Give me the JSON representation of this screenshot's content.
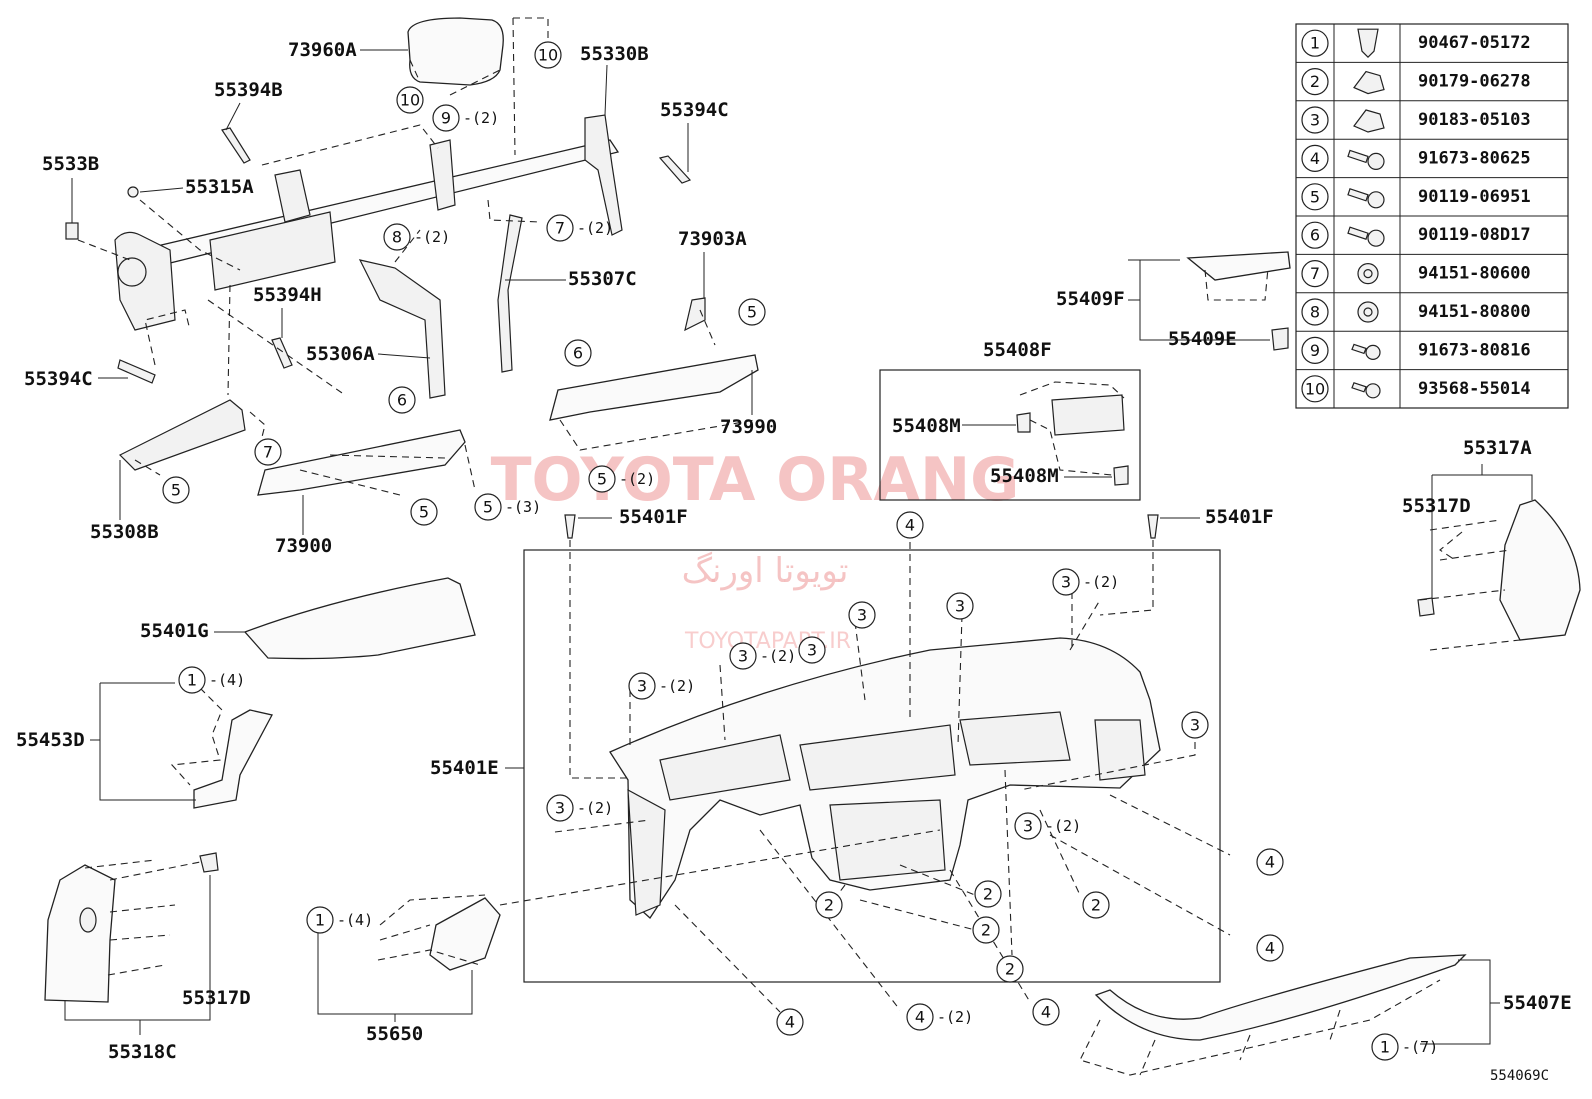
{
  "diagram_code": "554069C",
  "watermark": {
    "title": "TOYOTA ORANG",
    "persian": "تویوتا اورنگ",
    "site": "TOYOTAPART.IR"
  },
  "part_labels": {
    "p73960A": "73960A",
    "p55330B": "55330B",
    "p55394B": "55394B",
    "p55394C_top": "55394C",
    "p5533B": "5533B",
    "p55315A": "55315A",
    "p55307C": "55307C",
    "p73903A": "73903A",
    "p55394H": "55394H",
    "p55306A": "55306A",
    "p55394C_left": "55394C",
    "p73990": "73990",
    "p55308B": "55308B",
    "p73900": "73900",
    "p55401F_left": "55401F",
    "p55401F_right": "55401F",
    "p55409F": "55409F",
    "p55409E": "55409E",
    "p55408F": "55408F",
    "p55408M_a": "55408M",
    "p55408M_b": "55408M",
    "p55317A": "55317A",
    "p55317D_right": "55317D",
    "p55401G": "55401G",
    "p55453D": "55453D",
    "p55401E": "55401E",
    "p55317D_left": "55317D",
    "p55318C": "55318C",
    "p55650": "55650",
    "p55407E": "55407E"
  },
  "callout_quantities": {
    "q2": "-(2)",
    "q3": "-(3)",
    "q4": "-(4)",
    "q7": "-(7)"
  },
  "fastener_table": {
    "rows": [
      {
        "num": "1",
        "icon": "clip-icon",
        "part": "90467-05172"
      },
      {
        "num": "2",
        "icon": "nut-clip-icon",
        "part": "90179-06278"
      },
      {
        "num": "3",
        "icon": "nut-clip-icon",
        "part": "90183-05103"
      },
      {
        "num": "4",
        "icon": "bolt-icon",
        "part": "91673-80625"
      },
      {
        "num": "5",
        "icon": "bolt-icon",
        "part": "90119-06951"
      },
      {
        "num": "6",
        "icon": "bolt-icon",
        "part": "90119-08D17"
      },
      {
        "num": "7",
        "icon": "nut-icon",
        "part": "94151-80600"
      },
      {
        "num": "8",
        "icon": "nut-icon",
        "part": "94151-80800"
      },
      {
        "num": "9",
        "icon": "screw-icon",
        "part": "91673-80816"
      },
      {
        "num": "10",
        "icon": "screw-icon",
        "part": "93568-55014"
      }
    ]
  }
}
